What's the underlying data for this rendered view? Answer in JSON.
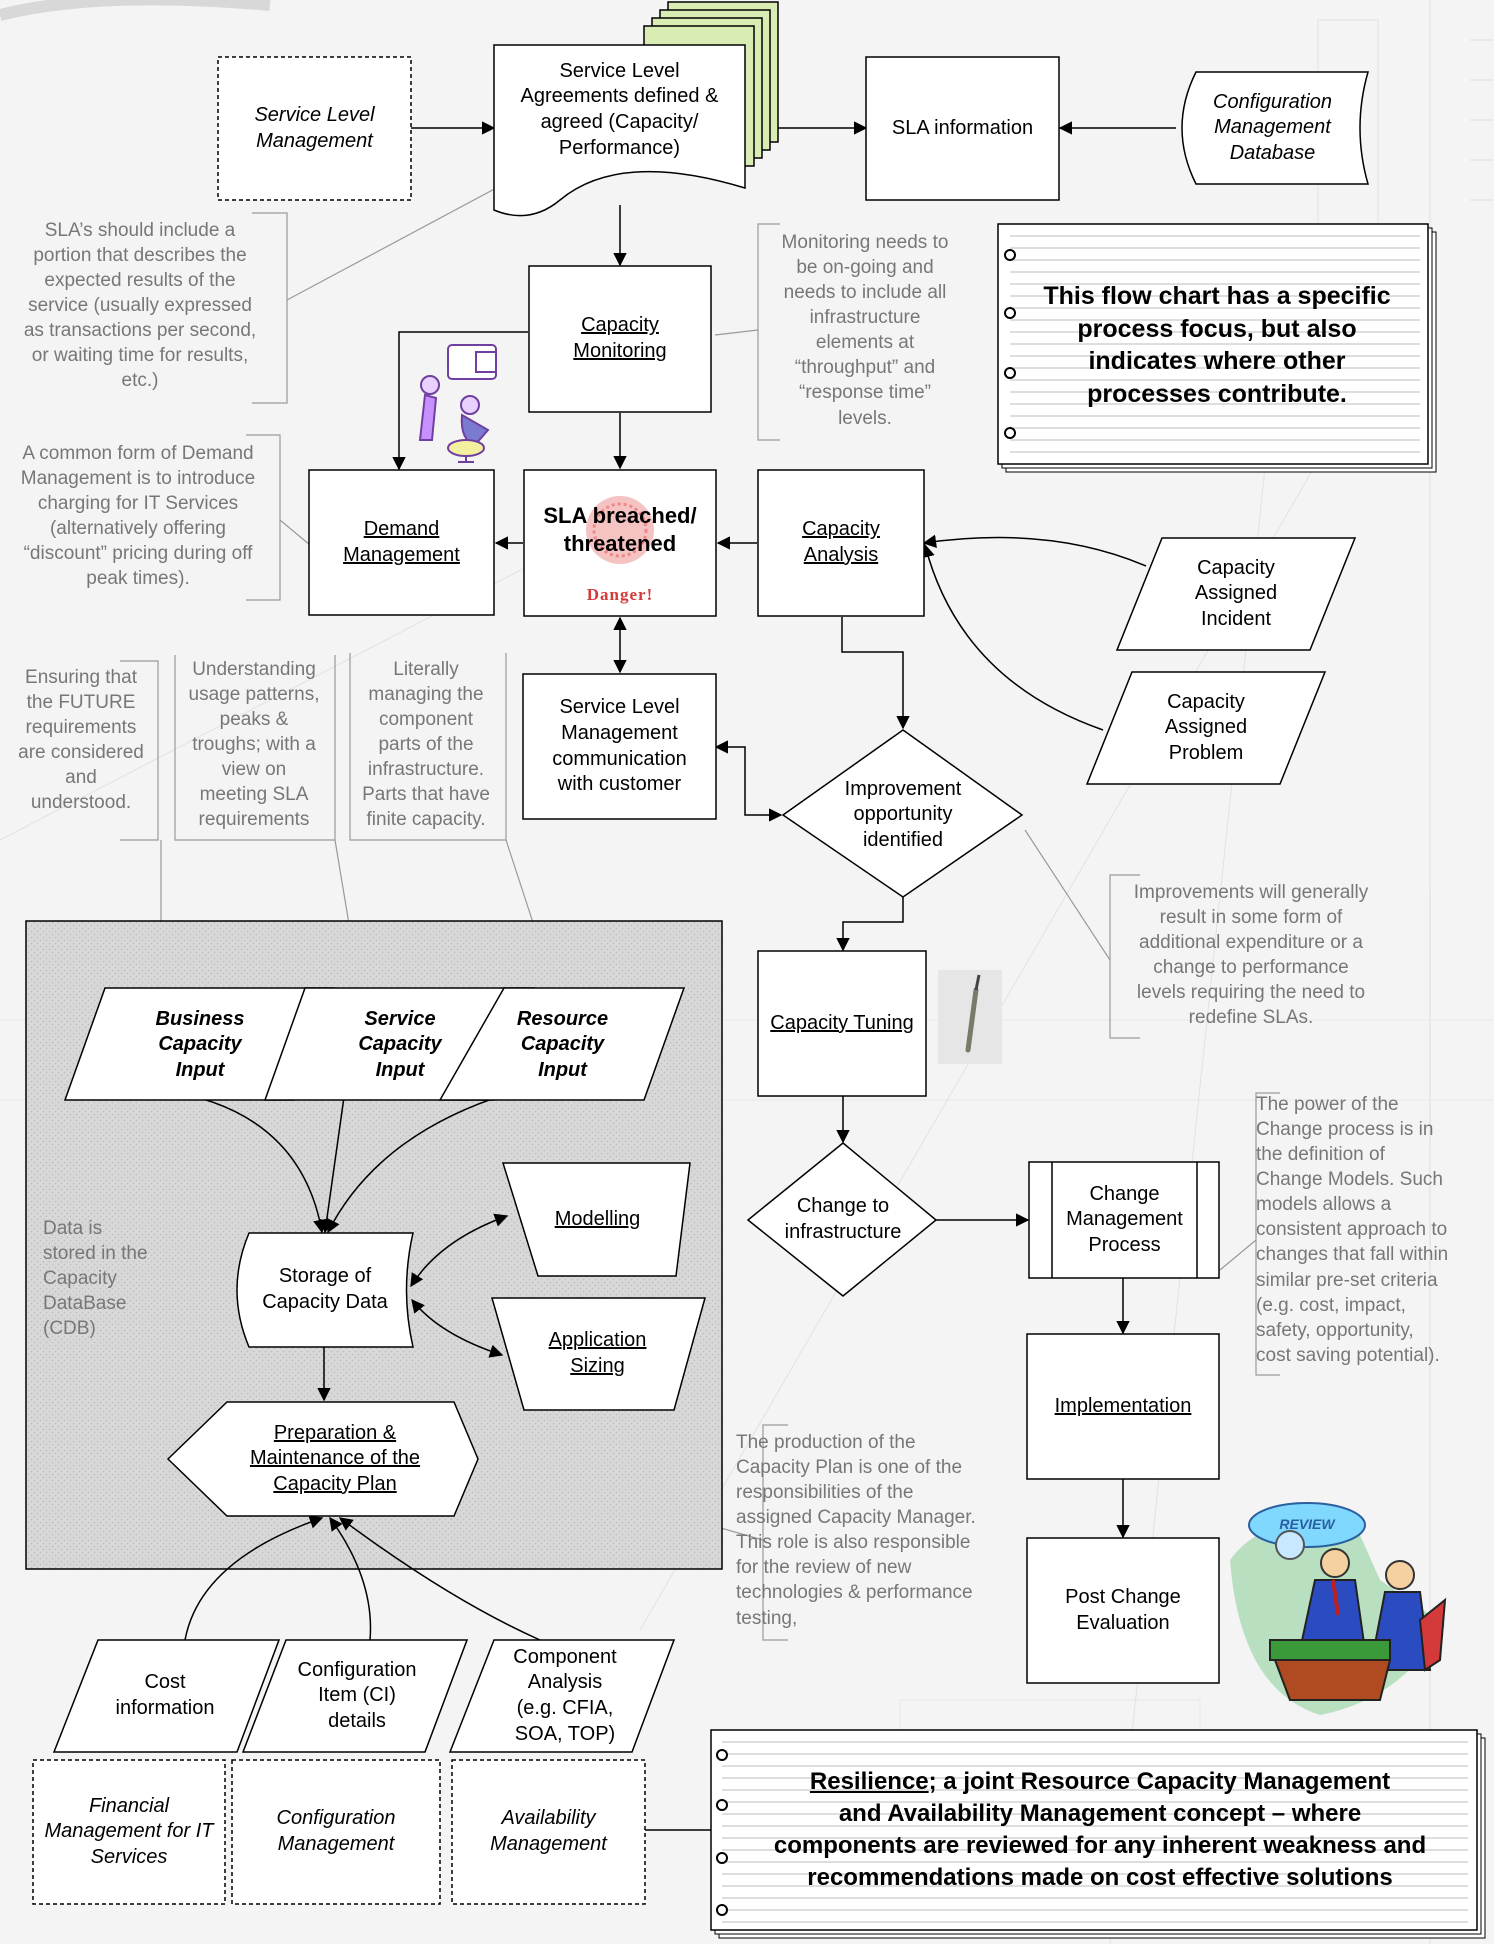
{
  "nodes": {
    "slm": "Service Level\nManagement",
    "sla_defined": "Service Level\nAgreements defined &\nagreed (Capacity/\nPerformance)",
    "sla_info": "SLA information",
    "cmdb": "Configuration\nManagement\nDatabase",
    "cap_monitoring": "Capacity\nMonitoring",
    "demand_mgmt": "Demand\nManagement",
    "sla_breached": "SLA breached/\nthreatened",
    "danger": "Danger!",
    "cap_analysis": "Capacity\nAnalysis",
    "cap_incident": "Capacity\nAssigned\nIncident",
    "cap_problem": "Capacity\nAssigned\nProblem",
    "slm_comm": "Service Level\nManagement\ncommunication\nwith customer",
    "improvement": "Improvement\nopportunity\nidentified",
    "cap_tuning": "Capacity Tuning",
    "change_infra": "Change to\ninfrastructure",
    "change_mgmt": "Change\nManagement\nProcess",
    "implementation": "Implementation",
    "post_change": "Post Change\nEvaluation",
    "business_input": "Business\nCapacity\nInput",
    "service_input": "Service\nCapacity\nInput",
    "resource_input": "Resource\nCapacity\nInput",
    "modelling": "Modelling",
    "storage": "Storage of\nCapacity Data",
    "app_sizing": "Application\nSizing",
    "cap_plan": "Preparation &\nMaintenance of the\nCapacity Plan",
    "cost_info": "Cost\ninformation",
    "ci_details": "Configuration\nItem (CI)\ndetails",
    "component_analysis": "Component\nAnalysis\n(e.g. CFIA,\nSOA, TOP)",
    "financial_mgmt": "Financial\nManagement for IT\nServices",
    "config_mgmt": "Configuration\nManagement",
    "avail_mgmt": "Availability\nManagement"
  },
  "notes": {
    "sla_note": "SLA’s should include a\nportion that describes the\nexpected results of the\nservice (usually expressed\nas transactions per second,\nor waiting time for results,\netc.)",
    "monitor_note": "Monitoring needs to\nbe on-going and\nneeds to include all\ninfrastructure\nelements at\n“throughput” and\n“response time”\nlevels.",
    "demand_note": "A common form of Demand\nManagement is to introduce\ncharging for IT Services\n(alternatively offering\n“discount” pricing during off\npeak times).",
    "future_note": "Ensuring that\nthe FUTURE\nrequirements\nare considered\nand\nunderstood.",
    "usage_note": "Understanding\nusage patterns,\npeaks &\ntroughs; with a\nview on\nmeeting SLA\nrequirements",
    "managing_note": "Literally\nmanaging the\ncomponent\nparts of the\ninfrastructure.\nParts that have\nfinite capacity.",
    "improve_note": "Improvements will generally\nresult in some form of\nadditional expenditure or a\nchange to performance\nlevels requiring the need to\nredefine SLAs.",
    "change_note": "The power of the\nChange process is in\nthe definition of\nChange Models. Such\nmodels allows a\nconsistent approach to\nchanges that fall within\nsimilar pre-set criteria\n(e.g. cost, impact,\nsafety, opportunity,\ncost saving potential).",
    "cdb_note": "Data is\nstored in the\nCapacity\nDataBase\n(CDB)",
    "plan_note": "The production of the\nCapacity Plan is one of the\nresponsibilities of the\nassigned Capacity Manager.\nThis role is also responsible\nfor the review of new\ntechnologies & performance\ntesting,"
  },
  "callouts": {
    "focus": "This flow chart has a specific\nprocess focus, but also\nindicates where other\nprocesses contribute.",
    "resilience_word": "Resilience",
    "resilience_rest": "; a joint Resource Capacity Management\nand Availability Management concept – where\ncomponents are reviewed for any inherent weakness and\nrecommendations made on cost effective solutions"
  },
  "icons": {
    "review_sign": "REVIEW"
  },
  "colors": {
    "doc_stack": "#d8ecb4",
    "panel": "#d6d6d6",
    "note_text": "#777777",
    "danger_red": "#d43a3a"
  }
}
